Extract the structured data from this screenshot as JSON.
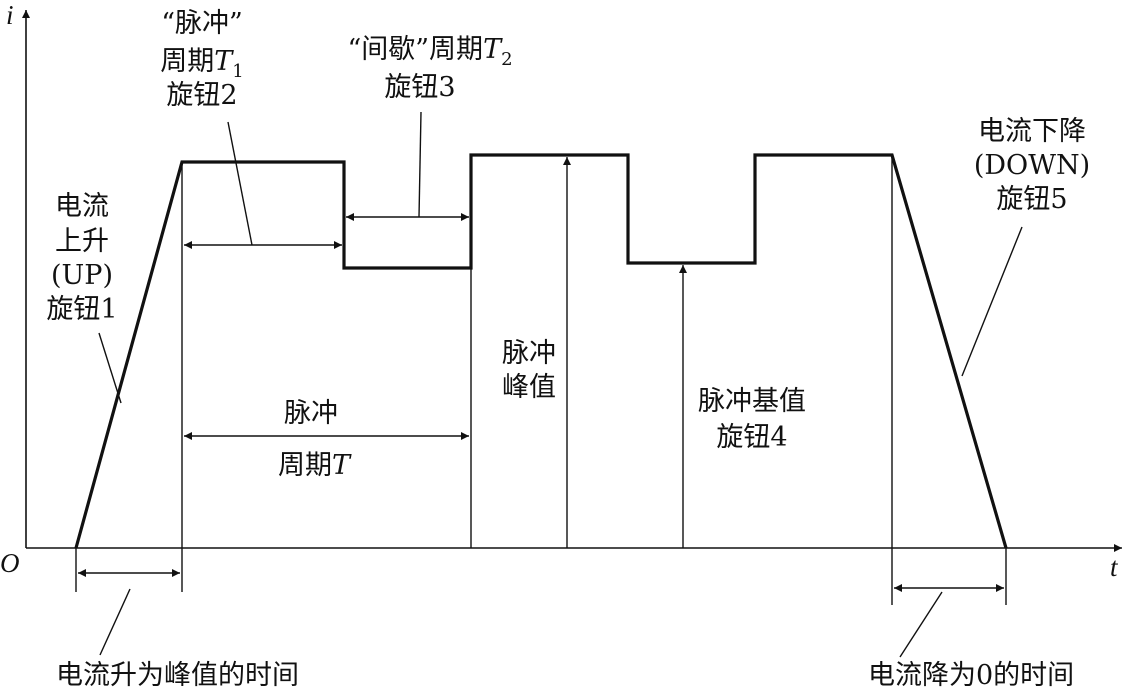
{
  "axes": {
    "y_label": "i",
    "x_label": "t",
    "origin_label": "O"
  },
  "annotations": {
    "pulse_period_t1": {
      "line1": "“脉冲”",
      "line2_text": "周期",
      "line2_var": "T",
      "line2_sub": "1",
      "line3": "旋钮2"
    },
    "pause_period_t2": {
      "line1_text": "“间歇”周期",
      "line1_var": "T",
      "line1_sub": "2",
      "line2": "旋钮3"
    },
    "current_up": {
      "line1": "电流",
      "line2": "上升",
      "line3": "(UP)",
      "line4": "旋钮1"
    },
    "current_down": {
      "line1": "电流下降",
      "line2": "(DOWN)",
      "line3": "旋钮5"
    },
    "pulse_period_t": {
      "line1": "脉冲",
      "line2_text": "周期",
      "line2_var": "T"
    },
    "pulse_peak": {
      "line1": "脉冲",
      "line2": "峰值"
    },
    "pulse_base": {
      "line1": "脉冲基值",
      "line2": "旋钮4"
    },
    "rise_time": "电流升为峰值的时间",
    "fall_time": "电流降为0的时间"
  },
  "colors": {
    "ink": "#111111",
    "background": "#ffffff"
  }
}
